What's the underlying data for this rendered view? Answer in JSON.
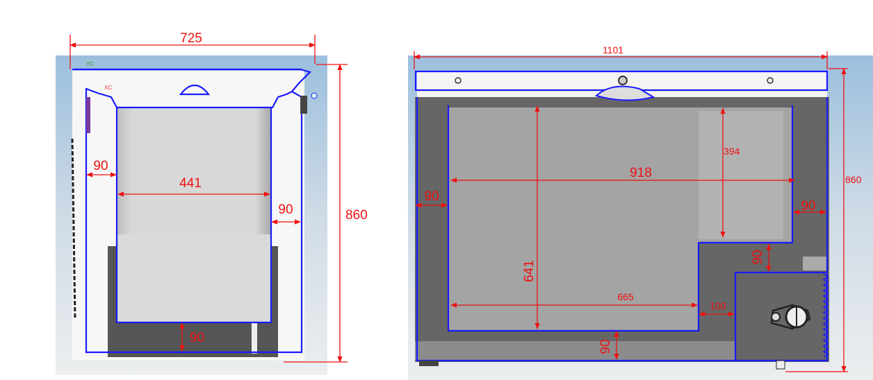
{
  "side_view": {
    "overall_width": "725",
    "overall_height": "860",
    "left_wall": "90",
    "inner_width": "441",
    "right_wall": "90",
    "bottom_wall": "90",
    "axis_y_label": "YC",
    "axis_x_label": "XC"
  },
  "front_view": {
    "overall_width": "1101",
    "overall_height": "860",
    "upper_depth": "394",
    "inner_width": "918",
    "left_wall": "90",
    "right_wall": "90",
    "inner_height": "641",
    "lower_width": "665",
    "step_wall": "90",
    "compressor_gap": "100",
    "bottom_wall": "90"
  },
  "colors": {
    "dimension": "#ee1111",
    "outline": "#1a1aff",
    "sky_top": "#9cbfdd",
    "sky_bottom": "#e6e8ea"
  }
}
